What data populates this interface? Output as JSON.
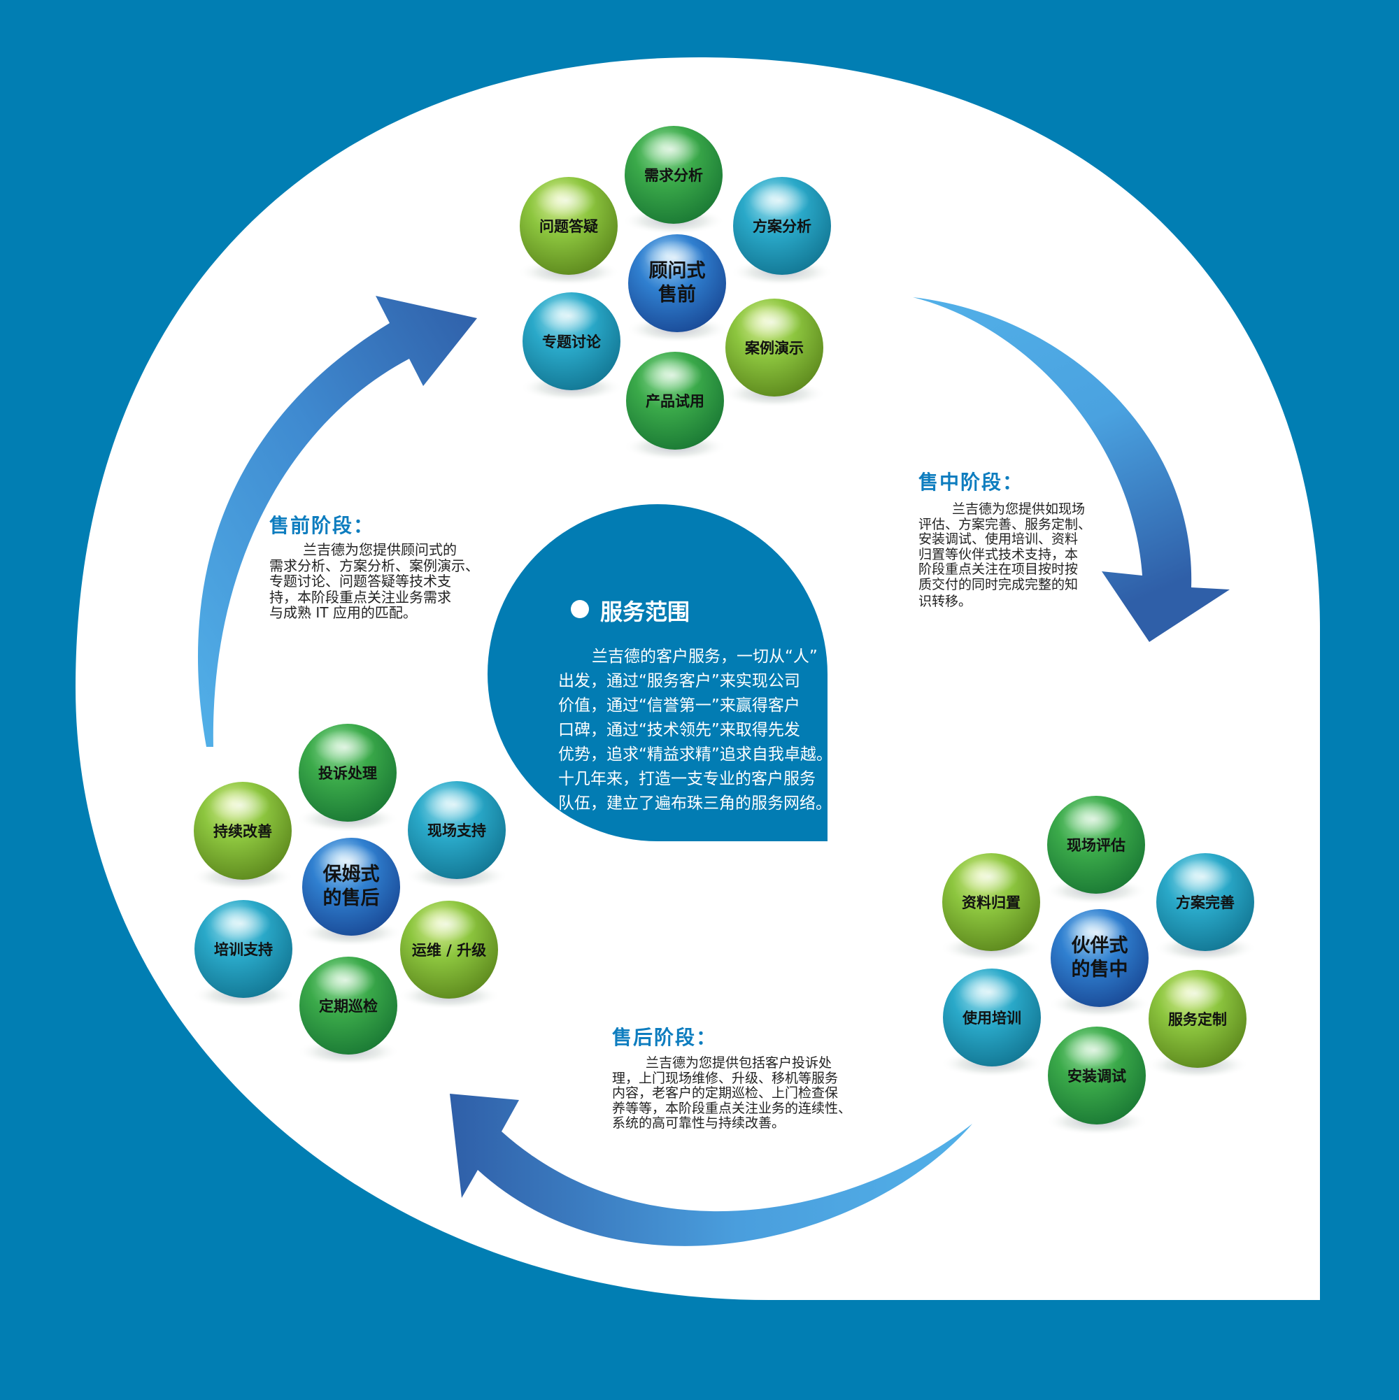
{
  "colors": {
    "background": "#017EB3",
    "panel": "#FFFFFF",
    "core": "#027CB3",
    "heading": "#0E7DBF",
    "arrow_light": "#52B0E8",
    "arrow_dark": "#2F5FA8"
  },
  "core": {
    "title": "服务范围",
    "body": "兰吉德的客户服务，一切从“人”出发，通过“服务客户”来实现公司价值，通过“信誉第一”来赢得客户口碑，通过“技术领先”来取得先发优势，追求“精益求精”追求自我卓越。十几年来，打造一支专业的客户服务队伍，建立了遍布珠三角的服务网络。",
    "lines": [
      "兰吉德的客户服务，一切从“人”",
      "出发，通过“服务客户”来实现公司",
      "价值，通过“信誉第一”来赢得客户",
      "口碑，通过“技术领先”来取得先发",
      "优势，追求“精益求精”追求自我卓越。",
      "十几年来，打造一支专业的客户服务",
      "队伍，建立了遍布珠三角的服务网络。"
    ]
  },
  "phases": {
    "presale": {
      "title": "售前阶段：",
      "lines": [
        "兰吉德为您提供顾问式的",
        "需求分析、方案分析、案例演示、",
        "专题讨论、问题答疑等技术支",
        "持，本阶段重点关注业务需求",
        "与成熟 IT 应用的匹配。"
      ]
    },
    "insale": {
      "title": "售中阶段：",
      "lines": [
        "兰吉德为您提供如现场",
        "评估、方案完善、服务定制、",
        "安装调试、使用培训、资料",
        "归置等伙伴式技术支持，本",
        "阶段重点关注在项目按时按",
        "质交付的同时完成完整的知",
        "识转移。"
      ]
    },
    "aftersale": {
      "title": "售后阶段：",
      "lines": [
        "兰吉德为您提供包括客户投诉处",
        "理，上门现场维修、升级、移机等服务",
        "内容，老客户的定期巡检、上门检查保",
        "养等等，本阶段重点关注业务的连续性、",
        "系统的高可靠性与持续改善。"
      ]
    }
  },
  "clusters": [
    {
      "id": "presale",
      "center": {
        "line1": "顾问式",
        "line2": "售前",
        "color": "blue"
      },
      "items": [
        {
          "label": "需求分析",
          "color": "green"
        },
        {
          "label": "方案分析",
          "color": "teal"
        },
        {
          "label": "案例演示",
          "color": "lime"
        },
        {
          "label": "产品试用",
          "color": "green"
        },
        {
          "label": "专题讨论",
          "color": "teal"
        },
        {
          "label": "问题答疑",
          "color": "lime"
        }
      ]
    },
    {
      "id": "insale",
      "center": {
        "line1": "伙伴式",
        "line2": "的售中",
        "color": "blue"
      },
      "items": [
        {
          "label": "现场评估",
          "color": "green"
        },
        {
          "label": "方案完善",
          "color": "teal"
        },
        {
          "label": "服务定制",
          "color": "lime"
        },
        {
          "label": "安装调试",
          "color": "green"
        },
        {
          "label": "使用培训",
          "color": "teal"
        },
        {
          "label": "资料归置",
          "color": "lime"
        }
      ]
    },
    {
      "id": "aftersale",
      "center": {
        "line1": "保姆式",
        "line2": "的售后",
        "color": "blue"
      },
      "items": [
        {
          "label": "投诉处理",
          "color": "green"
        },
        {
          "label": "现场支持",
          "color": "teal"
        },
        {
          "label": "运维 / 升级",
          "color": "lime"
        },
        {
          "label": "定期巡检",
          "color": "green"
        },
        {
          "label": "培训支持",
          "color": "teal"
        },
        {
          "label": "持续改善",
          "color": "lime"
        }
      ]
    }
  ],
  "sphere_palette": {
    "green": [
      "#9BE0A2",
      "#3BAA4A",
      "#1B7A35"
    ],
    "teal": [
      "#A8E4F0",
      "#2AA9C9",
      "#137895"
    ],
    "lime": [
      "#DDF0A0",
      "#8DC63F",
      "#5E8A1E"
    ],
    "blue": [
      "#A9D6F5",
      "#3080D0",
      "#1A4B98"
    ]
  }
}
